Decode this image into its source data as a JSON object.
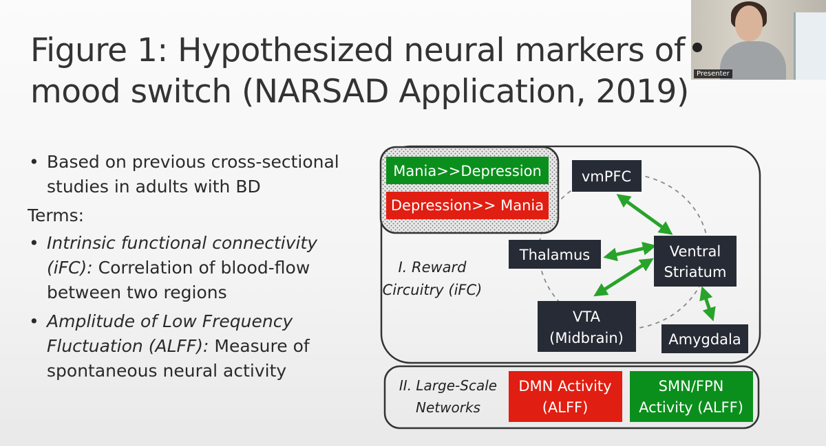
{
  "slide": {
    "title": "Figure 1: Hypothesized neural markers of mood switch (NARSAD Application, 2019)"
  },
  "video": {
    "presenter_label": "Presenter"
  },
  "bullets": {
    "b1": "Based on previous cross-sectional studies in adults with BD",
    "terms": "Terms:",
    "b2_term": "Intrinsic functional connectivity (iFC):",
    "b2_rest": " Correlation of blood-flow between two regions",
    "b3_term": "Amplitude of Low Frequency Fluctuation (ALFF):",
    "b3_rest": " Measure of spontaneous neural activity"
  },
  "legend": {
    "mania_depression": "Mania>>Depression",
    "depression_mania": "Depression>> Mania"
  },
  "regions": {
    "vmpfc": "vmPFC",
    "thalamus": "Thalamus",
    "ventral_1": "Ventral",
    "ventral_2": "Striatum",
    "vta_1": "VTA",
    "vta_2": "(Midbrain)",
    "amygdala": "Amygdala"
  },
  "reward": {
    "line1": "I. Reward",
    "line2": "Circuitry (iFC)"
  },
  "networks": {
    "label_1": "II. Large-Scale",
    "label_2": "Networks",
    "dmn_1": "DMN Activity",
    "dmn_2": "(ALFF)",
    "smn_1": "SMN/FPN",
    "smn_2": "Activity (ALFF)"
  },
  "colors": {
    "green": "#0b8f1c",
    "red": "#e01e12",
    "dark_box": "#262b35",
    "arrow": "#28a32a"
  }
}
